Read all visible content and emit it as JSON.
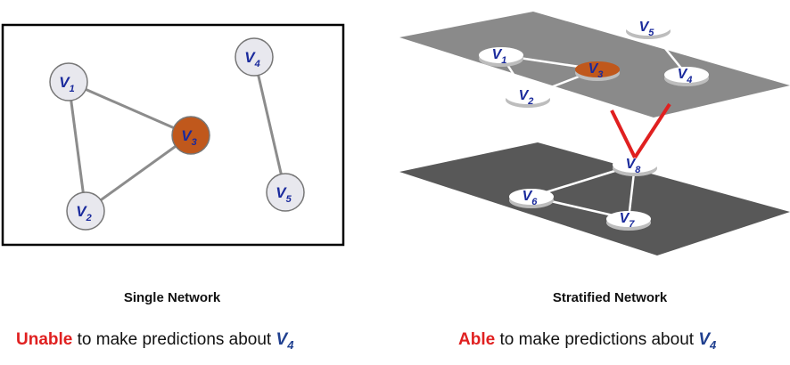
{
  "single": {
    "caption": "Single Network",
    "nodes": [
      {
        "id": "v1",
        "label": "V",
        "sub": "1",
        "highlight": false
      },
      {
        "id": "v2",
        "label": "V",
        "sub": "2",
        "highlight": false
      },
      {
        "id": "v3",
        "label": "V",
        "sub": "3",
        "highlight": true
      },
      {
        "id": "v4",
        "label": "V",
        "sub": "4",
        "highlight": false
      },
      {
        "id": "v5",
        "label": "V",
        "sub": "5",
        "highlight": false
      }
    ],
    "edges": [
      [
        "v1",
        "v3"
      ],
      [
        "v1",
        "v2"
      ],
      [
        "v2",
        "v3"
      ],
      [
        "v4",
        "v5"
      ]
    ],
    "verdict_keyword": "Unable",
    "verdict_rest": " to make predictions about ",
    "verdict_symbol": "V",
    "verdict_sub": "4"
  },
  "stratified": {
    "caption": "Stratified Network",
    "top_layer_nodes": [
      {
        "id": "t1",
        "label": "V",
        "sub": "1",
        "highlight": false
      },
      {
        "id": "t2",
        "label": "V",
        "sub": "2",
        "highlight": false
      },
      {
        "id": "t3",
        "label": "V",
        "sub": "3",
        "highlight": true
      },
      {
        "id": "t4",
        "label": "V",
        "sub": "4",
        "highlight": false
      },
      {
        "id": "t5",
        "label": "V",
        "sub": "5",
        "highlight": false
      }
    ],
    "top_layer_edges": [
      [
        "t1",
        "t3"
      ],
      [
        "t1",
        "t2"
      ],
      [
        "t2",
        "t3"
      ],
      [
        "t4",
        "t5"
      ]
    ],
    "bottom_layer_nodes": [
      {
        "id": "b6",
        "label": "V",
        "sub": "6",
        "highlight": false
      },
      {
        "id": "b7",
        "label": "V",
        "sub": "7",
        "highlight": false
      },
      {
        "id": "b8",
        "label": "V",
        "sub": "8",
        "highlight": false
      }
    ],
    "bottom_layer_edges": [
      [
        "b8",
        "b6"
      ],
      [
        "b8",
        "b7"
      ],
      [
        "b6",
        "b7"
      ]
    ],
    "cross_layer_edges": [
      [
        "b8",
        "t3"
      ],
      [
        "b8",
        "t4"
      ]
    ],
    "verdict_keyword": "Able",
    "verdict_rest": " to make predictions about ",
    "verdict_symbol": "V",
    "verdict_sub": "4"
  },
  "colors": {
    "node_fill": "#e8e8ee",
    "node_highlight": "#c0581c",
    "edge_single": "#8c8c8c",
    "edge_layer": "#ffffff",
    "edge_cross": "#e02020",
    "plane_top": "#8a8a8a",
    "plane_bottom": "#585858",
    "label": "#1a2a9c",
    "negative_word": "#e02020"
  }
}
